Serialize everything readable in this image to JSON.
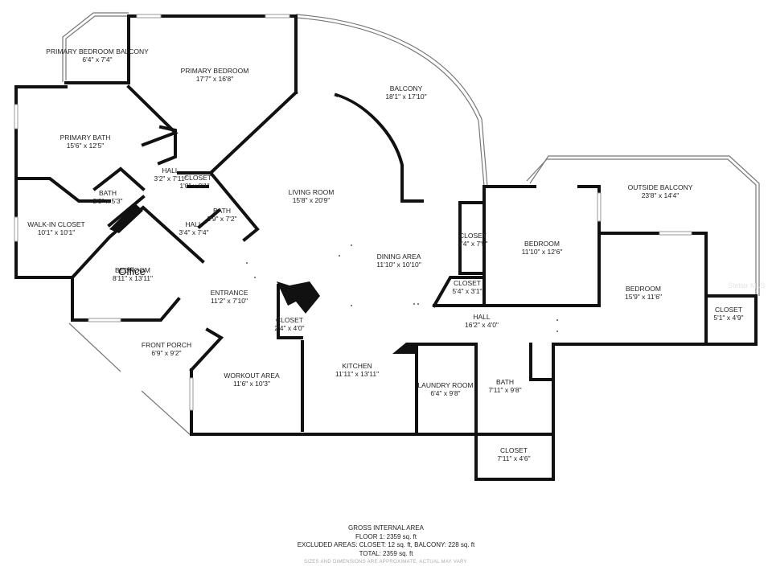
{
  "rooms": [
    {
      "id": "primary-bedroom-balcony",
      "name": "PRIMARY BEDROOM BALCONY",
      "dims": "6'4\" x 7'4\""
    },
    {
      "id": "primary-bedroom",
      "name": "PRIMARY BEDROOM",
      "dims": "17'7\" x 16'8\""
    },
    {
      "id": "balcony",
      "name": "BALCONY",
      "dims": "18'1\" x 17'10\""
    },
    {
      "id": "primary-bath",
      "name": "PRIMARY BATH",
      "dims": "15'6\" x 12'5\""
    },
    {
      "id": "hall-1",
      "name": "HALL",
      "dims": "3'2\" x 7'11\""
    },
    {
      "id": "closet-1",
      "name": "CLOSET",
      "dims": "1'0\" x 8'1\""
    },
    {
      "id": "bath-1",
      "name": "BATH",
      "dims": "2'3\" x 5'3\""
    },
    {
      "id": "bath-2",
      "name": "BATH",
      "dims": "2'9\" x 7'2\""
    },
    {
      "id": "hall-2",
      "name": "HALL",
      "dims": "3'4\" x 7'4\""
    },
    {
      "id": "walk-in-closet",
      "name": "WALK-IN CLOSET",
      "dims": "10'1\" x 10'1\""
    },
    {
      "id": "living-room",
      "name": "LIVING ROOM",
      "dims": "15'8\" x 20'9\""
    },
    {
      "id": "outside-balcony",
      "name": "OUTSIDE BALCONY",
      "dims": "23'8\" x 14'4\""
    },
    {
      "id": "closet-2",
      "name": "CLOSET",
      "dims": "4'4\" x 7'5\""
    },
    {
      "id": "bedroom-1",
      "name": "BEDROOM",
      "dims": "11'10\" x 12'6\""
    },
    {
      "id": "dining-area",
      "name": "DINING AREA",
      "dims": "11'10\" x 10'10\""
    },
    {
      "id": "office",
      "name": "BEDROOM",
      "dims": "8'11\" x 13'11\"",
      "overlay": "Office"
    },
    {
      "id": "closet-3",
      "name": "CLOSET",
      "dims": "5'4\" x 3'1\""
    },
    {
      "id": "bedroom-2",
      "name": "BEDROOM",
      "dims": "15'9\" x 11'6\""
    },
    {
      "id": "entrance",
      "name": "ENTRANCE",
      "dims": "11'2\" x 7'10\""
    },
    {
      "id": "closet-4",
      "name": "CLOSET",
      "dims": "5'1\" x 4'9\""
    },
    {
      "id": "closet-5",
      "name": "CLOSET",
      "dims": "2'4\" x 4'0\""
    },
    {
      "id": "hall-3",
      "name": "HALL",
      "dims": "16'2\" x 4'0\""
    },
    {
      "id": "front-porch",
      "name": "FRONT PORCH",
      "dims": "6'9\" x 9'2\""
    },
    {
      "id": "kitchen",
      "name": "KITCHEN",
      "dims": "11'11\" x 13'11\""
    },
    {
      "id": "workout-area",
      "name": "WORKOUT AREA",
      "dims": "11'6\" x 10'3\""
    },
    {
      "id": "laundry-room",
      "name": "LAUNDRY ROOM",
      "dims": "6'4\" x 9'8\""
    },
    {
      "id": "bath-3",
      "name": "BATH",
      "dims": "7'11\" x 9'8\""
    },
    {
      "id": "closet-6",
      "name": "CLOSET",
      "dims": "7'11\" x 4'6\""
    }
  ],
  "summary": {
    "title": "GROSS INTERNAL AREA",
    "floor": "FLOOR 1: 2359 sq. ft",
    "excluded": "EXCLUDED AREAS: CLOSET: 12 sq. ft, BALCONY: 228 sq. ft",
    "total": "TOTAL: 2359 sq. ft",
    "disclaimer": "SIZES AND DIMENSIONS ARE APPROXIMATE, ACTUAL MAY VARY."
  },
  "watermark": "Stellar MLS",
  "colors": {
    "wall": "#111111",
    "background": "#ffffff",
    "text": "#222222"
  }
}
